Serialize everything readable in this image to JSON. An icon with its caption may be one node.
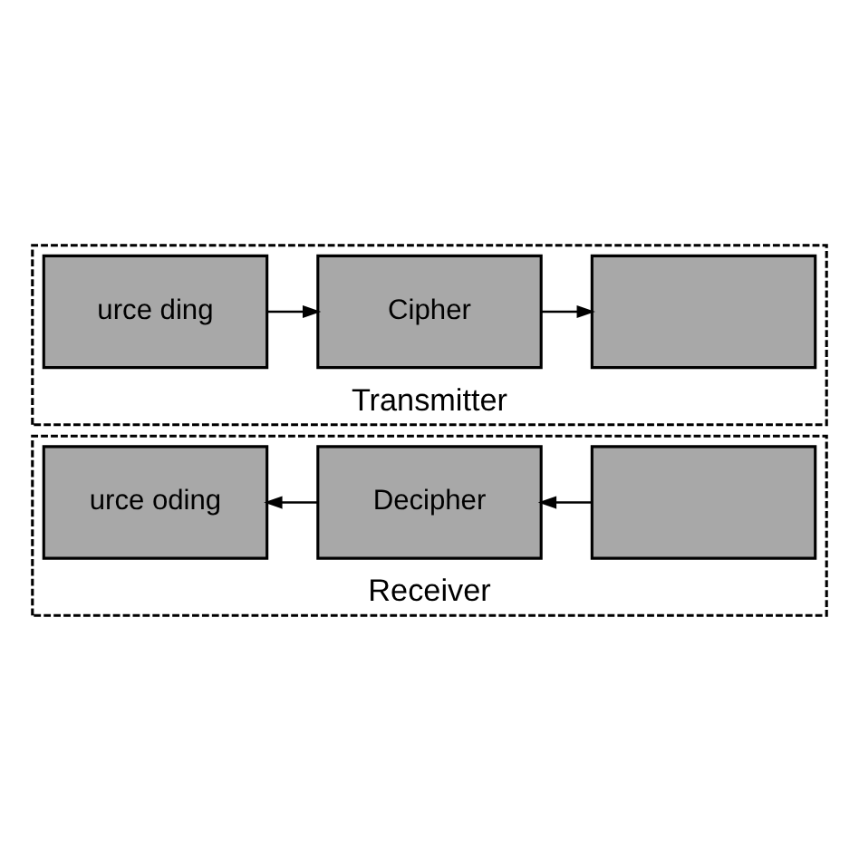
{
  "diagram": {
    "nodes": [
      {
        "text": [
          "Transmitter"
        ]
      },
      {
        "text": [
          "urce ding"
        ],
        "in": 0
      },
      {
        "text": [
          "Cipher"
        ],
        "in": 0
      },
      {
        "text": [],
        "shape": "box",
        "in": 0
      },
      {
        "text": [
          "Receiver"
        ]
      },
      {
        "text": [
          "urce oding"
        ],
        "in": 4
      },
      {
        "text": [
          "Decipher"
        ],
        "in": 4
      },
      {
        "text": [],
        "shape": "box",
        "in": 4
      }
    ],
    "edges": [
      {
        "from": 1,
        "to": 2,
        "arrow": "to"
      },
      {
        "from": 2,
        "to": 3,
        "arrow": "to"
      },
      {
        "from": 7,
        "to": 6,
        "arrow": "to"
      },
      {
        "from": 6,
        "to": 5,
        "arrow": "to"
      }
    ]
  }
}
